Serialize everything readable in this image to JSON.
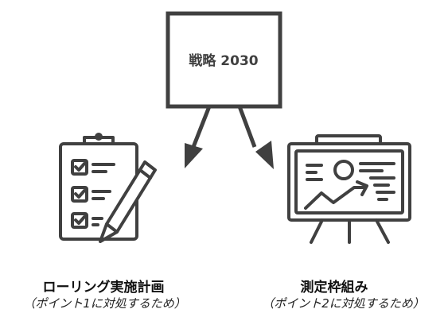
{
  "center_box": {
    "label": "戦略 2030"
  },
  "left_item": {
    "title": "ローリング実施計画",
    "subtitle": "（ポイント1に対処するため）",
    "icon": "clipboard-checklist-icon"
  },
  "right_item": {
    "title": "測定枠組み",
    "subtitle": "（ポイント2に対処するため）",
    "icon": "presentation-board-icon"
  },
  "colors": {
    "stroke": "#404040",
    "text": "#111111"
  }
}
